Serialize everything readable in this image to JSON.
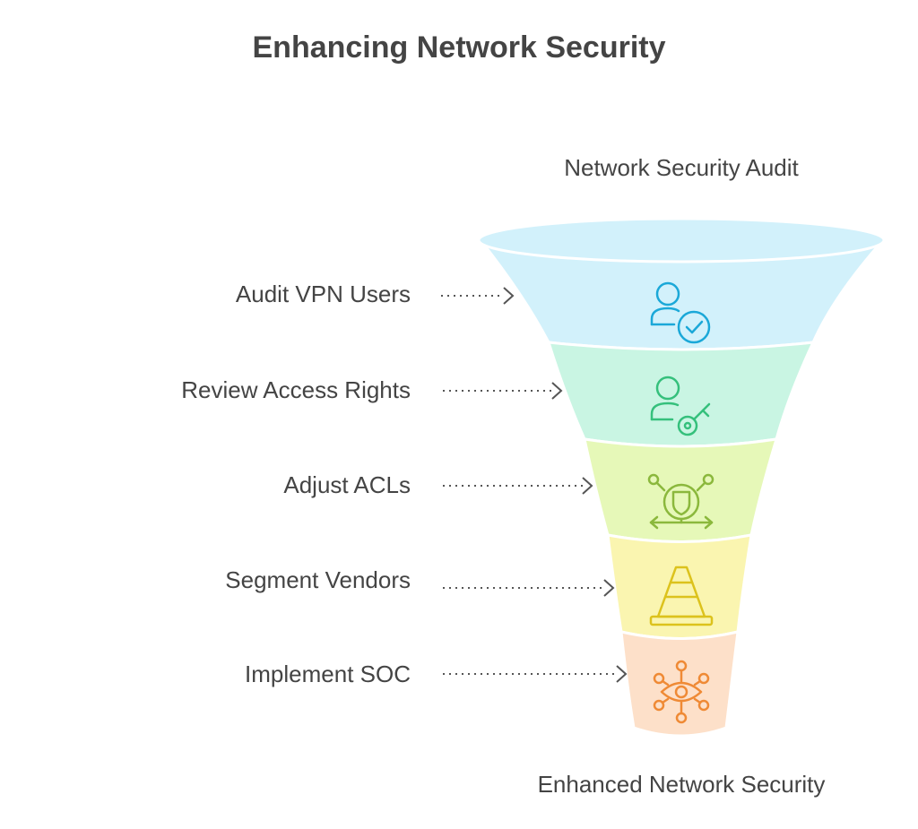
{
  "title": "Enhancing Network Security",
  "funnel": {
    "top_label": "Network Security Audit",
    "bottom_label": "Enhanced Network Security",
    "steps": [
      {
        "label": "Audit VPN Users",
        "icon": "user-check-icon",
        "fill": "#d2f1fb",
        "stroke": "#1ba8d8"
      },
      {
        "label": "Review Access Rights",
        "icon": "user-key-icon",
        "fill": "#c9f5e3",
        "stroke": "#35c07c"
      },
      {
        "label": "Adjust ACLs",
        "icon": "shield-network-icon",
        "fill": "#e6f8b8",
        "stroke": "#8bb83c"
      },
      {
        "label": "Segment Vendors",
        "icon": "traffic-cone-icon",
        "fill": "#faf5b0",
        "stroke": "#dcc21c"
      },
      {
        "label": "Implement SOC",
        "icon": "eye-network-icon",
        "fill": "#fde0c9",
        "stroke": "#ef8a35"
      }
    ]
  }
}
